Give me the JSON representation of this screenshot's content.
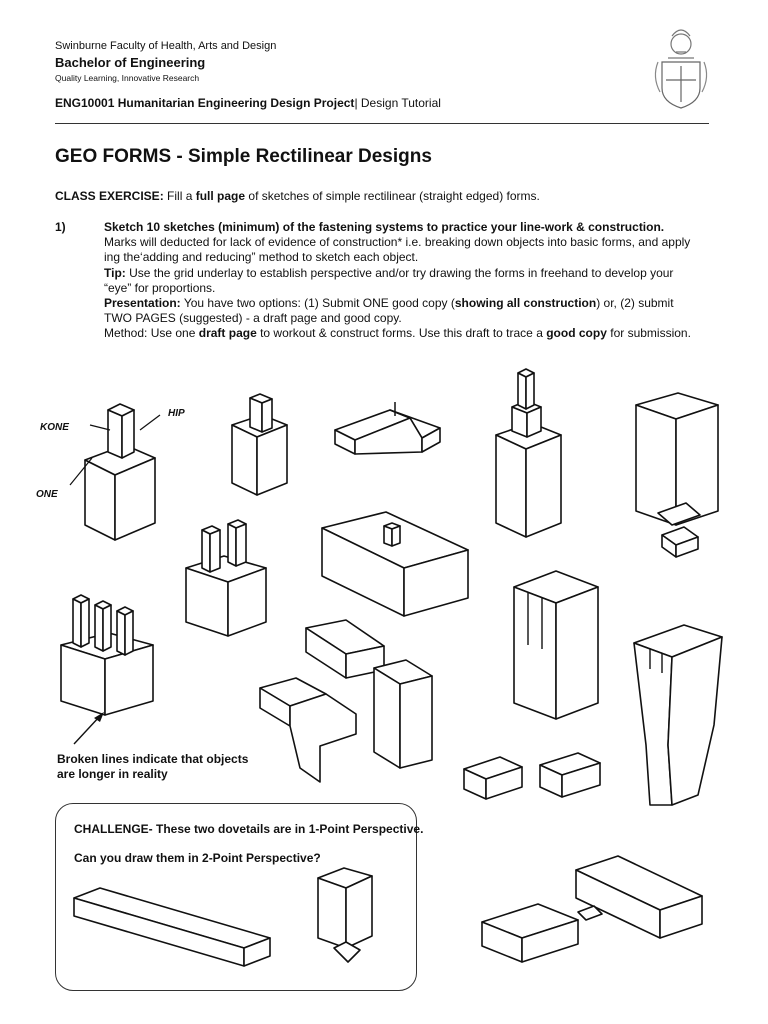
{
  "header": {
    "faculty": "Swinburne Faculty of Health, Arts and Design",
    "degree": "Bachelor of Engineering",
    "tagline": "Quality Learning, Innovative Research",
    "unit_code": "ENG10001",
    "unit_name": "Humanitarian Engineering Design Project",
    "unit_suffix": "| Design Tutorial"
  },
  "title": "GEO FORMS - Simple Rectilinear Designs",
  "exercise": {
    "label": "CLASS EXERCISE:",
    "pre": "Fill a",
    "bold": "full page",
    "post": "of sketches of simple rectilinear (straight edged) forms."
  },
  "item": {
    "number": "1)",
    "heading": "Sketch 10 sketches (minimum) of the fastening systems to practice your line-work & construction.",
    "marks": "Marks will deducted for lack of evidence of construction* i.e. breaking down objects into basic forms, and  apply ing the‘adding and reducing”  method to sketch each object.",
    "tip_label": "Tip:",
    "tip": "Use the grid underlay to establish perspective and/or try drawing the forms in freehand to develop your “eye” for proportions.",
    "pres_label": "Presentation:",
    "pres_a": "You have two options: (1) Submit ONE good copy (",
    "pres_bold": "showing all construction",
    "pres_b": ") or, (2) submit TWO PAGES (suggested) - a draft page and good copy.",
    "method_a": "Method: Use one",
    "method_bold1": "draft page",
    "method_b": "to workout & construct forms. Use this draft to trace a",
    "method_bold2": "good copy",
    "method_c": "for submission."
  },
  "labels": {
    "kone": "KONE",
    "hip": "HIP",
    "one": "ONE"
  },
  "note": {
    "line1": "Broken lines indicate that objects",
    "line2": "are longer in reality"
  },
  "challenge": {
    "line1": "CHALLENGE- These two dovetails are in 1-Point Perspective.",
    "line2": "Can you draw them in 2-Point Perspective?"
  }
}
